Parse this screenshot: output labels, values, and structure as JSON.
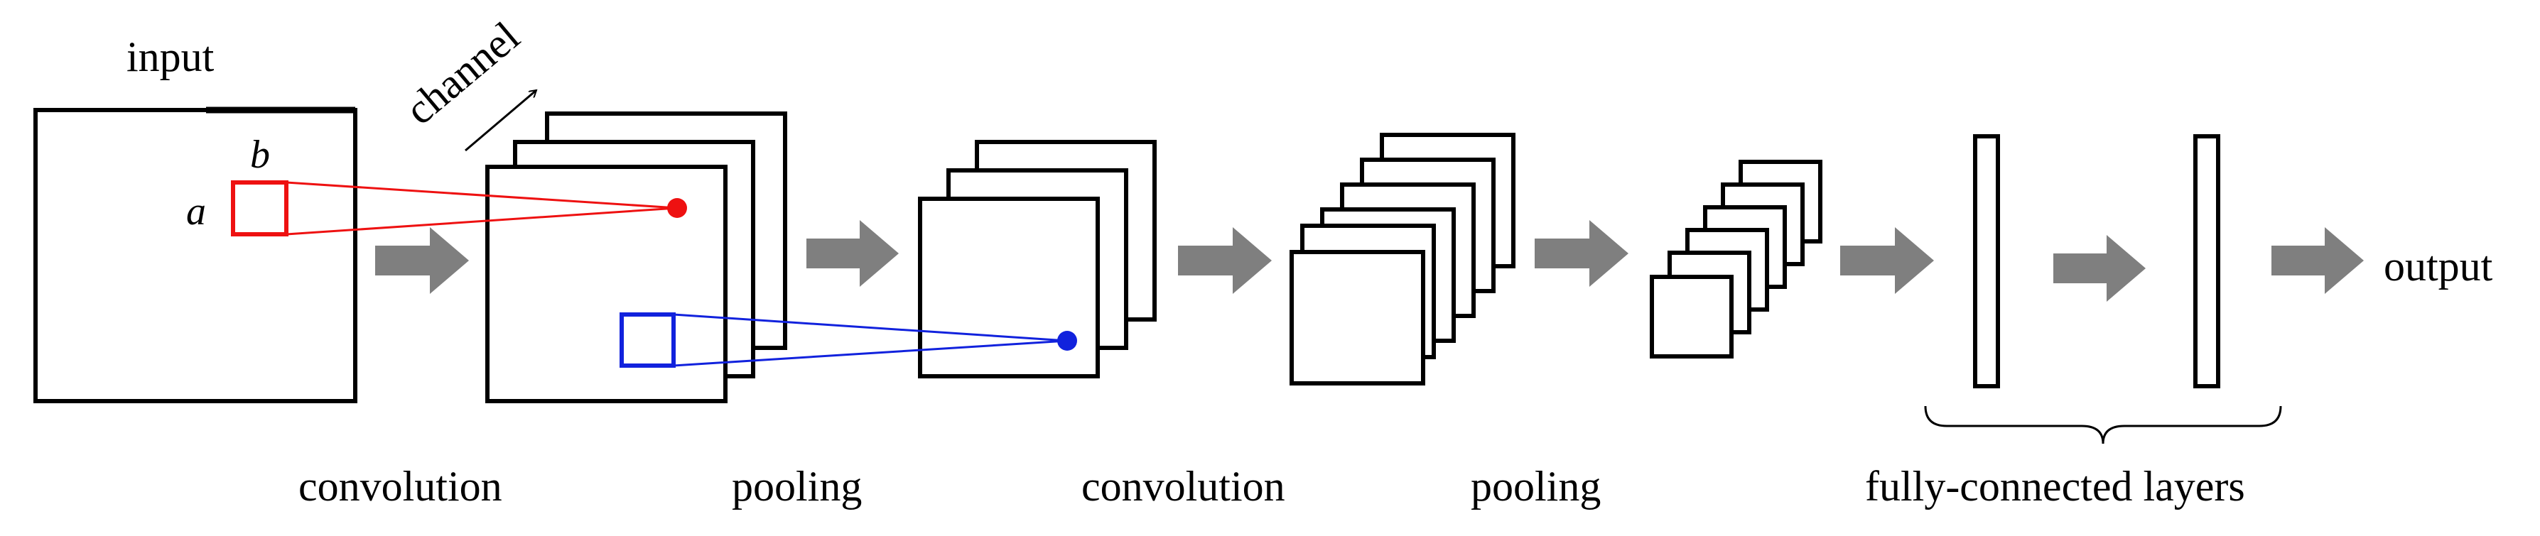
{
  "labels": {
    "input": "input",
    "a": "a",
    "b": "b",
    "channel": "channel",
    "output": "output",
    "stages": [
      "convolution",
      "pooling",
      "convolution",
      "pooling",
      "fully-connected layers"
    ]
  },
  "colors": {
    "stroke": "#000000",
    "arrow": "#7f7f7f",
    "receptive_red": "#ee1111",
    "receptive_blue": "#1122dd"
  }
}
